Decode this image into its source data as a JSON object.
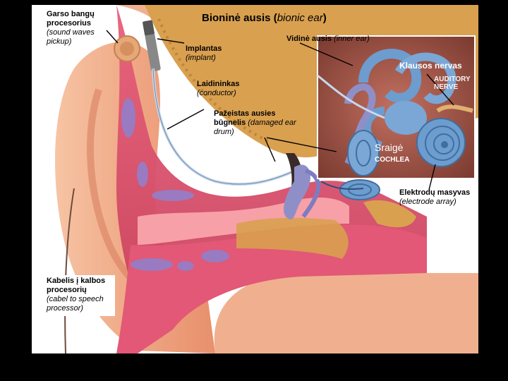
{
  "title": {
    "main": "Bioninė ausis (",
    "en": "bionic ear",
    "close": ")"
  },
  "labels": {
    "sound_processor": {
      "lt": "Garso bangų procesorius",
      "en": "(sound waves pickup)"
    },
    "implant": {
      "lt": "Implantas",
      "en": "(implant)"
    },
    "conductor": {
      "lt": "Laidininkas",
      "en": "(conductor)"
    },
    "eardrum": {
      "lt": "Pažeistas ausies būgnelis",
      "en": "(damaged ear drum)"
    },
    "inner_ear": {
      "lt": "Vidinė ausis",
      "en": "(inner ear)"
    },
    "auditory_nerve": {
      "lt": "Klausos nervas",
      "en": "AUDITORY NERVE"
    },
    "cochlea": {
      "lt": "Sraigė",
      "en": "COCHLEA"
    },
    "electrode_array": {
      "lt": "Elektrodų masyvas",
      "en": "(electrode array)"
    },
    "cable": {
      "lt": "Kabelis į kalbos procesorių",
      "en": "(cabel to speech processor)"
    }
  },
  "colors": {
    "skin": "#f0a882",
    "tissue_pink": "#e0607a",
    "bone": "#d9a050",
    "purple": "#9a7ac0",
    "cochlea_blue": "#6d9ccf",
    "inset_bg": "#a85a4a"
  }
}
